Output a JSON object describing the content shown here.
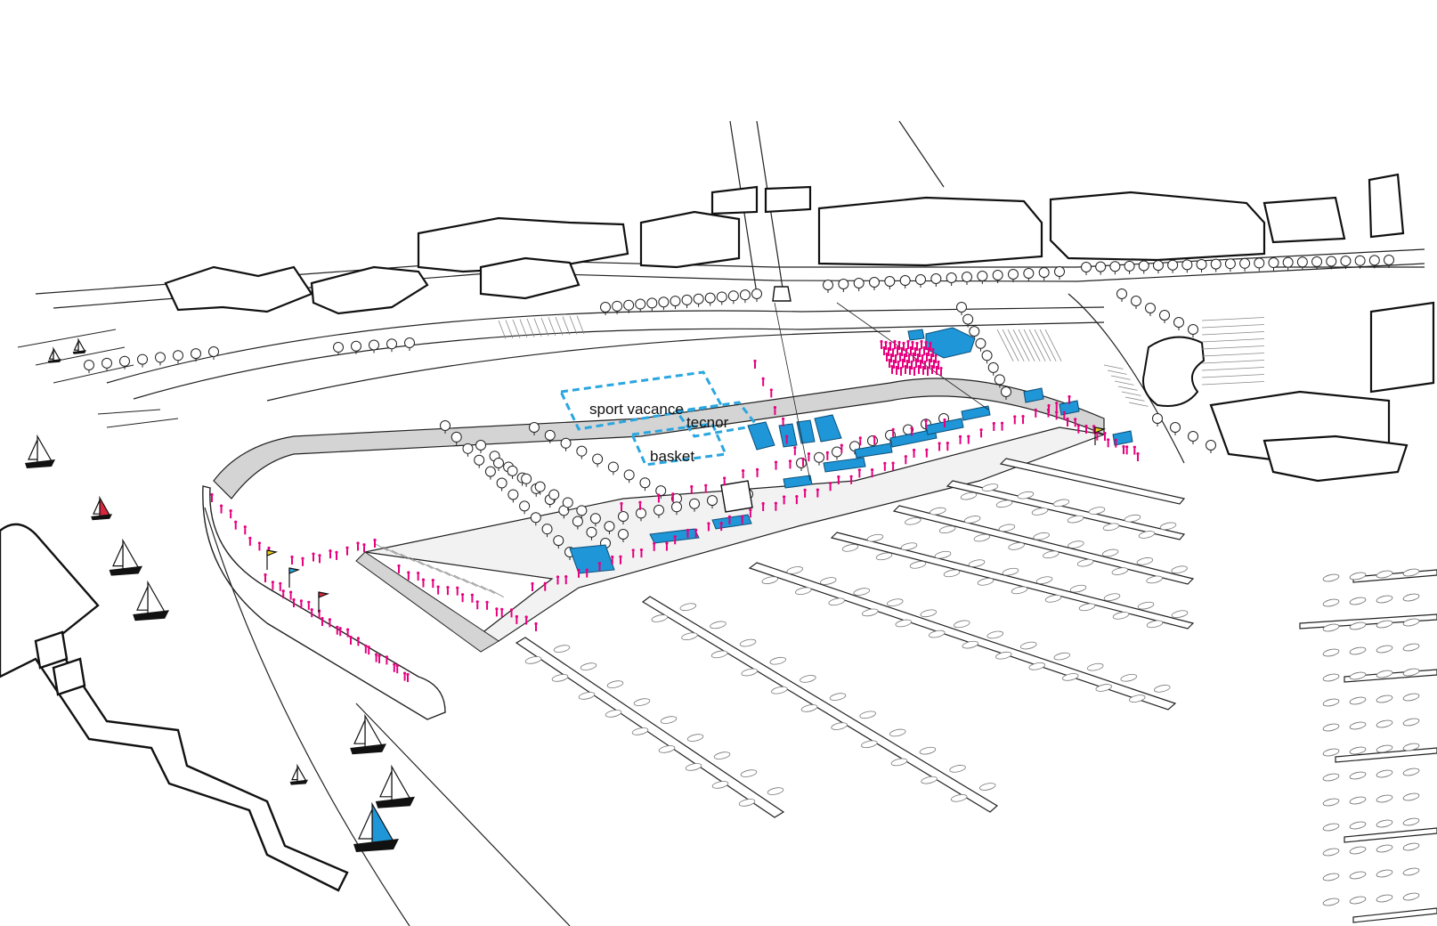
{
  "diagram": {
    "zone_labels": {
      "sport_vacance": "sport vacance",
      "tecnor": "tecnor",
      "basket": "basket"
    }
  },
  "colors": {
    "background": "#ffffff",
    "line": "#1a1a1a",
    "paved": "#d9d9d9",
    "pavilion_blue": "#1e96d8",
    "zone_outline": "#2aa6e0",
    "crowd_magenta": "#e6007e",
    "flag_yellow": "#f2d21b",
    "flag_red": "#d7263d"
  },
  "icons": [
    "sailboat-icon",
    "tree-icon",
    "moored-boat-icon",
    "pedestrian-icon",
    "flag-icon"
  ]
}
